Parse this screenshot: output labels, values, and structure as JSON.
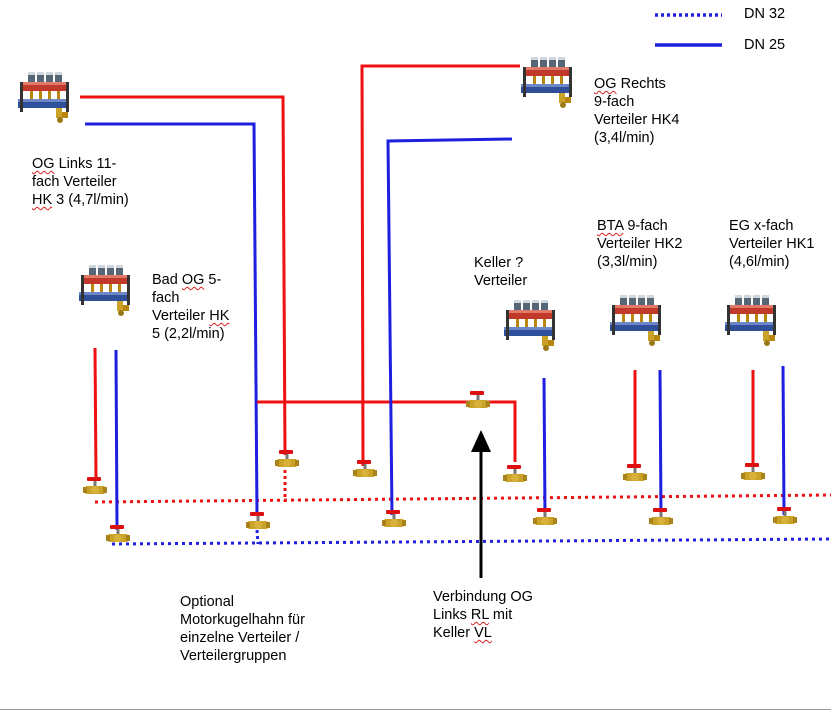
{
  "legend": {
    "items": [
      {
        "label": "DN 32",
        "style": "dotted",
        "color": "#1f1fe0"
      },
      {
        "label": "DN 25",
        "style": "solid",
        "color": "#1f1fe0"
      }
    ]
  },
  "colors": {
    "supply": "#ee1111",
    "return": "#1f1fe0",
    "arrow": "#000000"
  },
  "distributors": [
    {
      "id": "og-links",
      "lines": [
        [
          "OG",
          " Links 11-"
        ],
        [
          "fach Verteiler"
        ],
        [
          "HK",
          " 3 (4,7l/min)"
        ]
      ],
      "underline": [
        [
          0
        ],
        [],
        [
          0
        ]
      ]
    },
    {
      "id": "bad-og",
      "lines": [
        [
          "Bad ",
          "OG",
          " 5-"
        ],
        [
          "fach"
        ],
        [
          "Verteiler ",
          "HK"
        ],
        [
          "5 (2,2l/min)"
        ]
      ],
      "underline": [
        [
          1
        ],
        [],
        [
          1
        ],
        []
      ]
    },
    {
      "id": "og-rechts",
      "lines": [
        [
          "OG",
          " Rechts"
        ],
        [
          "9-fach"
        ],
        [
          "Verteiler HK4"
        ],
        [
          "(3,4l/min)"
        ]
      ],
      "underline": [
        [
          0
        ],
        [],
        [],
        []
      ]
    },
    {
      "id": "keller",
      "lines": [
        [
          "Keller ?"
        ],
        [
          "Verteiler"
        ]
      ],
      "underline": [
        [],
        []
      ]
    },
    {
      "id": "bta",
      "lines": [
        [
          "BTA",
          " 9-fach"
        ],
        [
          "Verteiler HK2"
        ],
        [
          "(3,3l/min)"
        ]
      ],
      "underline": [
        [
          0
        ],
        [],
        []
      ]
    },
    {
      "id": "eg",
      "lines": [
        [
          "EG x-fach"
        ],
        [
          "Verteiler HK1"
        ],
        [
          "(4,6l/min)"
        ]
      ],
      "underline": [
        [],
        [],
        []
      ]
    }
  ],
  "notes": [
    {
      "id": "optional-note",
      "lines": [
        [
          "Optional"
        ],
        [
          "Motorkugelhahn für"
        ],
        [
          "einzelne Verteiler /"
        ],
        [
          "Verteilergruppen"
        ]
      ],
      "underline": [
        [],
        [],
        [],
        []
      ]
    },
    {
      "id": "connection-note",
      "lines": [
        [
          "Verbindung OG"
        ],
        [
          "Links ",
          "RL",
          " mit"
        ],
        [
          "Keller ",
          "VL"
        ]
      ],
      "underline": [
        [],
        [
          1
        ],
        [
          1
        ]
      ]
    }
  ]
}
